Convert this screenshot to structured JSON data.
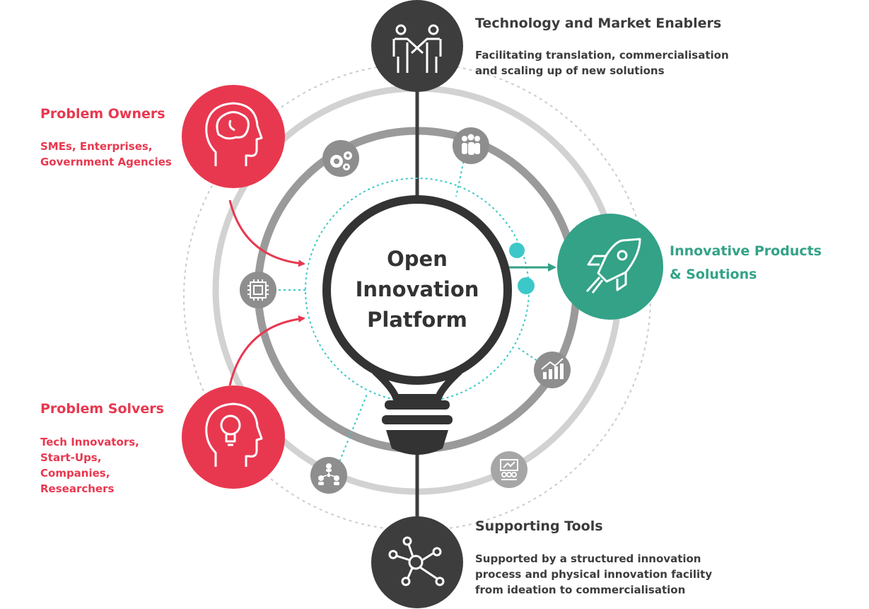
{
  "center": {
    "line1": "Open",
    "line2": "Innovation",
    "line3": "Platform"
  },
  "problem_owners": {
    "title": "Problem Owners",
    "desc_line1": "SMEs, Enterprises,",
    "desc_line2": "Government Agencies"
  },
  "problem_solvers": {
    "title": "Problem Solvers",
    "desc_line1": "Tech Innovators,",
    "desc_line2": "Start-Ups,",
    "desc_line3": "Companies,",
    "desc_line4": "Researchers"
  },
  "enablers": {
    "title": "Technology and Market Enablers",
    "desc_line1": "Facilitating translation, commercialisation",
    "desc_line2": "and scaling up of new solutions"
  },
  "outputs": {
    "title_line1": "Innovative Products",
    "title_line2": "& Solutions"
  },
  "supporting": {
    "title": "Supporting Tools",
    "desc_line1": "Supported by a structured innovation",
    "desc_line2": "process and physical innovation facility",
    "desc_line3": "from ideation to commercialisation"
  },
  "icons": {
    "problem_owners": "head-brain-icon",
    "problem_solvers": "head-lightbulb-icon",
    "enablers": "handshake-people-icon",
    "outputs": "rocket-icon",
    "supporting": "network-node-icon",
    "orbit": [
      "gears-icon",
      "group-people-icon",
      "chip-icon",
      "growth-chart-icon",
      "presentation-icon",
      "people-network-icon"
    ]
  },
  "colors": {
    "red": "#e8384f",
    "green": "#33a287",
    "dark": "#3d3d3d",
    "teal": "#3cc8c8",
    "ring_gray": "#9a9a9a",
    "ring_light": "#cfcfcf",
    "dotted": "#cccccc"
  }
}
